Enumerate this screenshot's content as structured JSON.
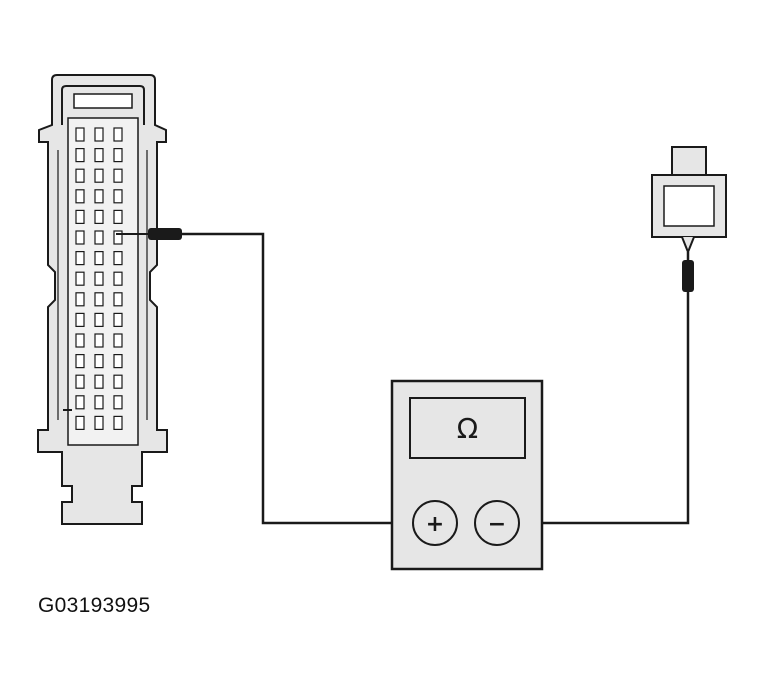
{
  "figure": {
    "id_label": "G03193995"
  },
  "meter": {
    "display_symbol": "Ω",
    "positive_terminal": "+",
    "negative_terminal": "−"
  },
  "colors": {
    "line": "#1a1a1a",
    "connector_fill": "#e6e6e6",
    "background": "#ffffff"
  },
  "connector": {
    "pin_columns": 3,
    "pin_rows": 15
  }
}
